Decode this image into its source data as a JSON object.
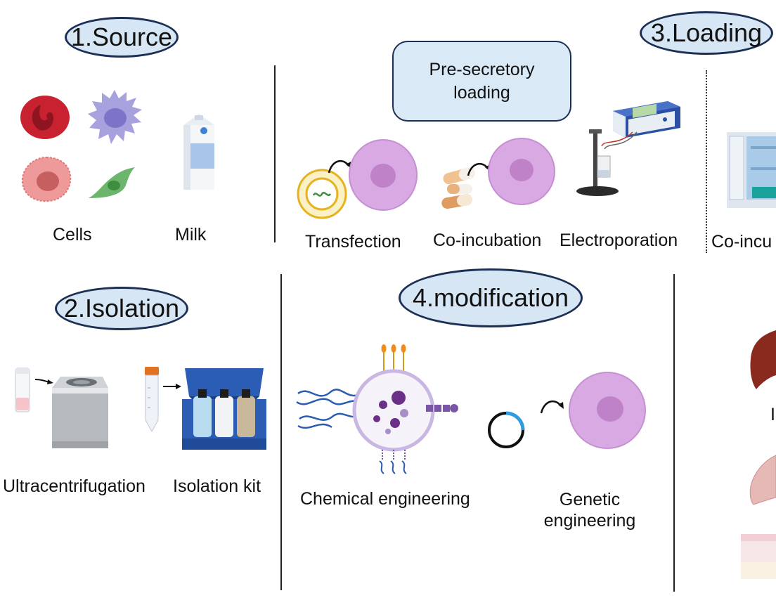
{
  "sections": {
    "source": {
      "title": "1.Source",
      "labels": {
        "cells": "Cells",
        "milk": "Milk"
      }
    },
    "loading": {
      "title": "3.Loading",
      "box": "Pre-secretory\nloading",
      "labels": {
        "transfection": "Transfection",
        "coincubation": "Co-incubation",
        "electroporation": "Electroporation",
        "coincubation_cut": "Co-incu"
      }
    },
    "isolation": {
      "title": "2.Isolation",
      "labels": {
        "ultracentrifugation": "Ultracentrifugation",
        "kit": "Isolation kit"
      }
    },
    "modification": {
      "title": "4.modification",
      "labels": {
        "chemical": "Chemical engineering",
        "genetic": "Genetic\nengineering"
      }
    }
  },
  "cut_text": "I",
  "colors": {
    "pill_fill": "#d7e6f4",
    "pill_border": "#1c2f55",
    "cell_fill": "#d9a9e3",
    "cell_nucleus": "#bf82c9",
    "rbc": "#c8212f",
    "purple_cell": "#a7a1de",
    "pink_cell": "#ee9a9a",
    "green_cell": "#6cb56c",
    "kit_blue": "#2c5db5"
  }
}
